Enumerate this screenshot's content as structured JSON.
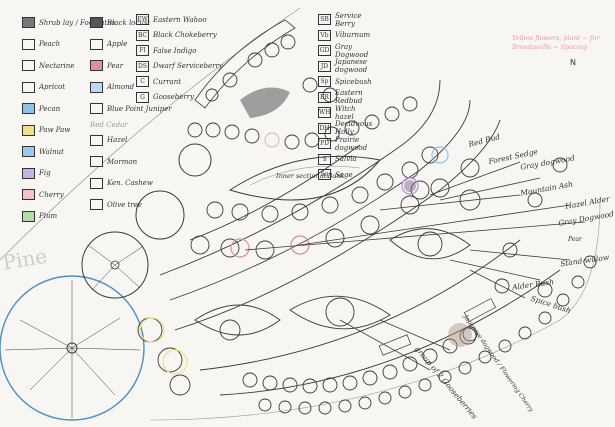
{
  "legend": {
    "col1": [
      {
        "label": "Shrub lay / Footpaths",
        "color": "#777777"
      },
      {
        "label": "Peach",
        "color": "#f7f6f2"
      },
      {
        "label": "Nectarine",
        "color": "#f7f6f2"
      },
      {
        "label": "Apricot",
        "color": "#f7f6f2"
      },
      {
        "label": "Pecan",
        "color": "#8fc4e8"
      },
      {
        "label": "Paw Paw",
        "color": "#f0e08a"
      },
      {
        "label": "Walnut",
        "color": "#9ec9ef"
      },
      {
        "label": "Fig",
        "color": "#c9b2e8"
      },
      {
        "label": "Cherry",
        "color": "#f4c0cc"
      },
      {
        "label": "Plum",
        "color": "#b4dca8"
      }
    ],
    "col2": [
      {
        "label": "Black locust",
        "color": "#555555"
      },
      {
        "label": "Apple",
        "color": "#f7f6f2"
      },
      {
        "label": "Pear",
        "color": "#e0909c"
      },
      {
        "label": "Almond",
        "color": "#bcd9ef"
      },
      {
        "label": "Blue Point Juniper",
        "color": "#f7f6f2"
      },
      {
        "label": "Hazel",
        "color": "#f7f6f2"
      },
      {
        "label": "Mormon",
        "color": "#f7f6f2"
      },
      {
        "label": "Ken. Cashew",
        "color": "#f7f6f2"
      },
      {
        "label": "Olive tree",
        "color": "#f7f6f2"
      }
    ],
    "col2_note": "Red Cedar",
    "col3": [
      {
        "label": "Eastern Wahoo",
        "code": "EW"
      },
      {
        "label": "Black Chokeberry",
        "code": "BC"
      },
      {
        "label": "False Indigo",
        "code": "FI"
      },
      {
        "label": "Dwarf Serviceberry",
        "code": "DS"
      },
      {
        "label": "Currant",
        "code": "C"
      },
      {
        "label": "Gooseberry",
        "code": "G"
      }
    ],
    "col4": [
      {
        "label": "Service Berry",
        "code": "SB"
      },
      {
        "label": "Viburnum",
        "code": "Vb"
      },
      {
        "label": "Gray Dogwood",
        "code": "GD"
      },
      {
        "label": "Japanese dogwood",
        "code": "JD"
      },
      {
        "label": "Spicebush",
        "code": "Sp"
      },
      {
        "label": "Eastern Redbud",
        "code": "ER"
      },
      {
        "label": "Witch hazel",
        "code": "WH"
      },
      {
        "label": "Deciduous Holly",
        "code": "DH"
      },
      {
        "label": "Prairie dogwood",
        "code": "PD"
      },
      {
        "label": "Salvia",
        "code": "S"
      },
      {
        "label": "Sage",
        "code": "Sg"
      }
    ]
  },
  "annotations": {
    "pink_note": "Yellow flowers, plant ~ for Broomsville ~ Spacing",
    "north": "N",
    "center": "Inner sectional Bank",
    "labels": [
      "Red Bud",
      "Forest Sedge",
      "Gray dogwood",
      "Mountain Ash",
      "Hazel Alder",
      "Gray Dogwood",
      "Stand-willow",
      "Alder Bush",
      "Spice bush",
      "Japanese dogwood / Flowering Cherry",
      "group of 2 Gooseberries",
      "Pear"
    ]
  },
  "map_style": {
    "ink": "#3a3a3a",
    "paper": "#f7f6f2",
    "blue_circle": "#4b8fc8"
  }
}
